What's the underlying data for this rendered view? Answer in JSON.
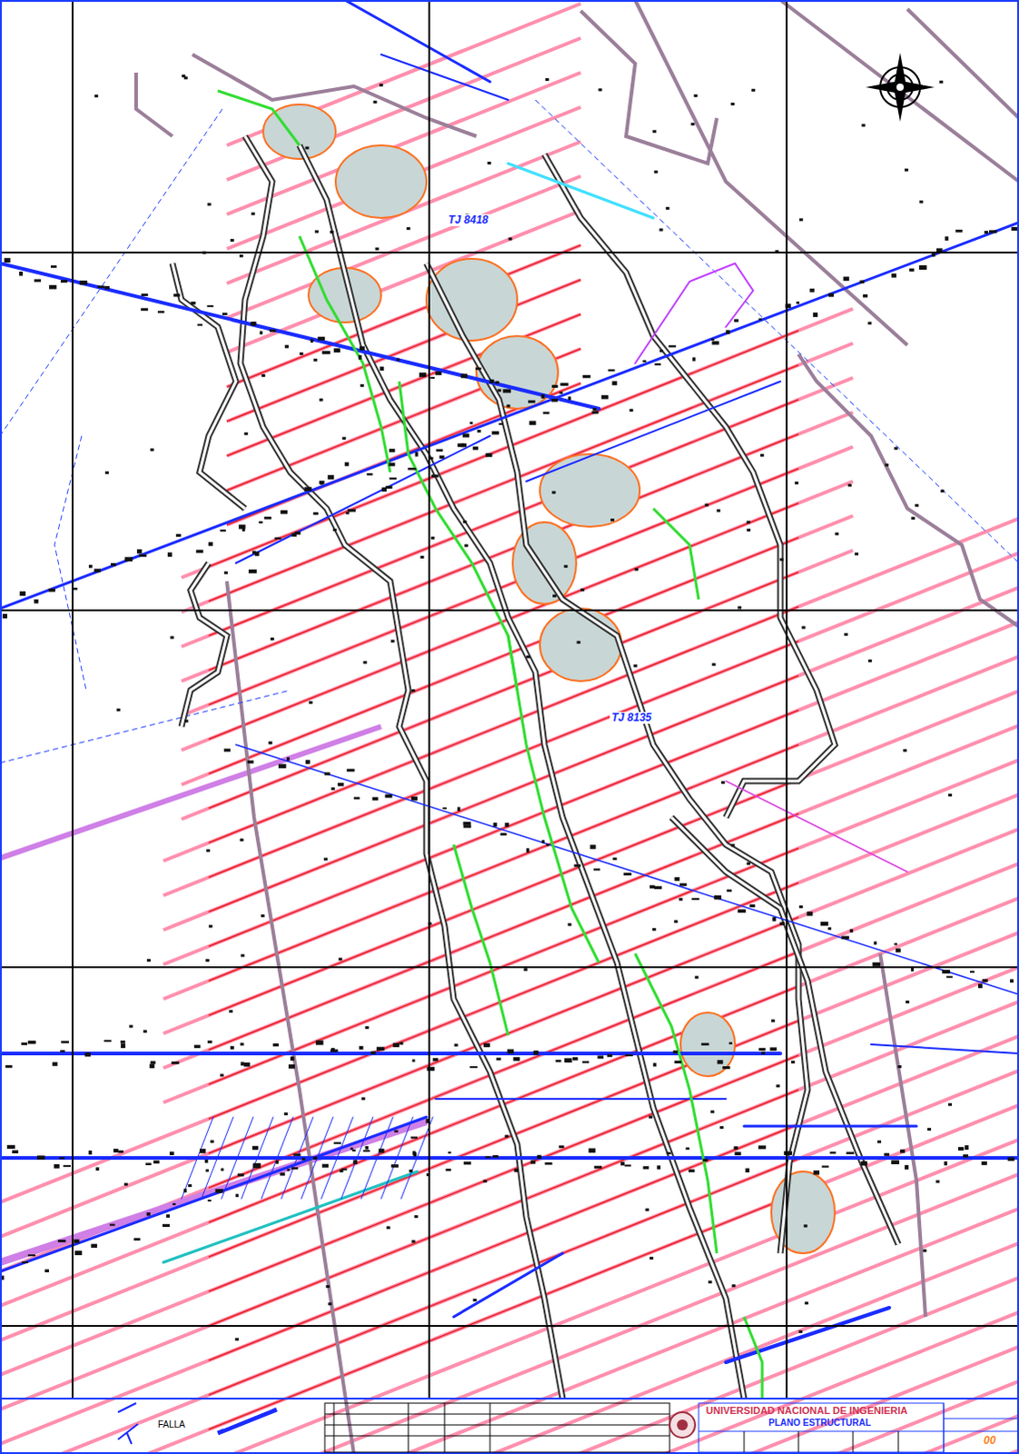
{
  "diagram": {
    "labels": [
      "TJ 8418",
      "TJ 8135",
      "UNIVERSIDAD NACIONAL DE INGENIERIA",
      "PLANO ESTRUCTURAL",
      "00"
    ],
    "legend": [
      {
        "text": "FALLA"
      }
    ]
  }
}
